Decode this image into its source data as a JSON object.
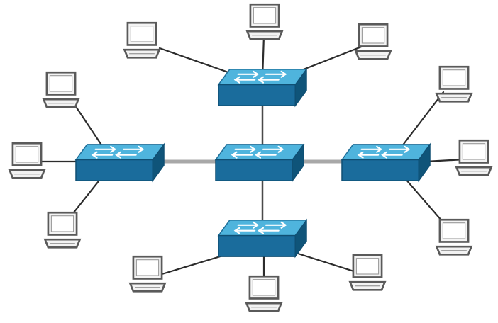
{
  "diagram": {
    "kind": "star-of-stars network topology",
    "colors": {
      "background": "#ffffff",
      "switch_top": "#4fb4dd",
      "switch_front": "#1a6c9c",
      "switch_side": "#0f5479",
      "trunk_link": "#a8a8a8",
      "access_link": "#2c2c2c",
      "computer_outline": "#555555",
      "computer_fill": "#f4f4f4"
    },
    "core_switch": {
      "id": "core",
      "icon": "network-switch-icon"
    },
    "edge_switches": [
      {
        "id": "top",
        "icon": "network-switch-icon",
        "computers": 3
      },
      {
        "id": "left",
        "icon": "network-switch-icon",
        "computers": 3
      },
      {
        "id": "right",
        "icon": "network-switch-icon",
        "computers": 3
      },
      {
        "id": "bottom",
        "icon": "network-switch-icon",
        "computers": 3
      }
    ],
    "computer_icon": "computer-icon"
  }
}
